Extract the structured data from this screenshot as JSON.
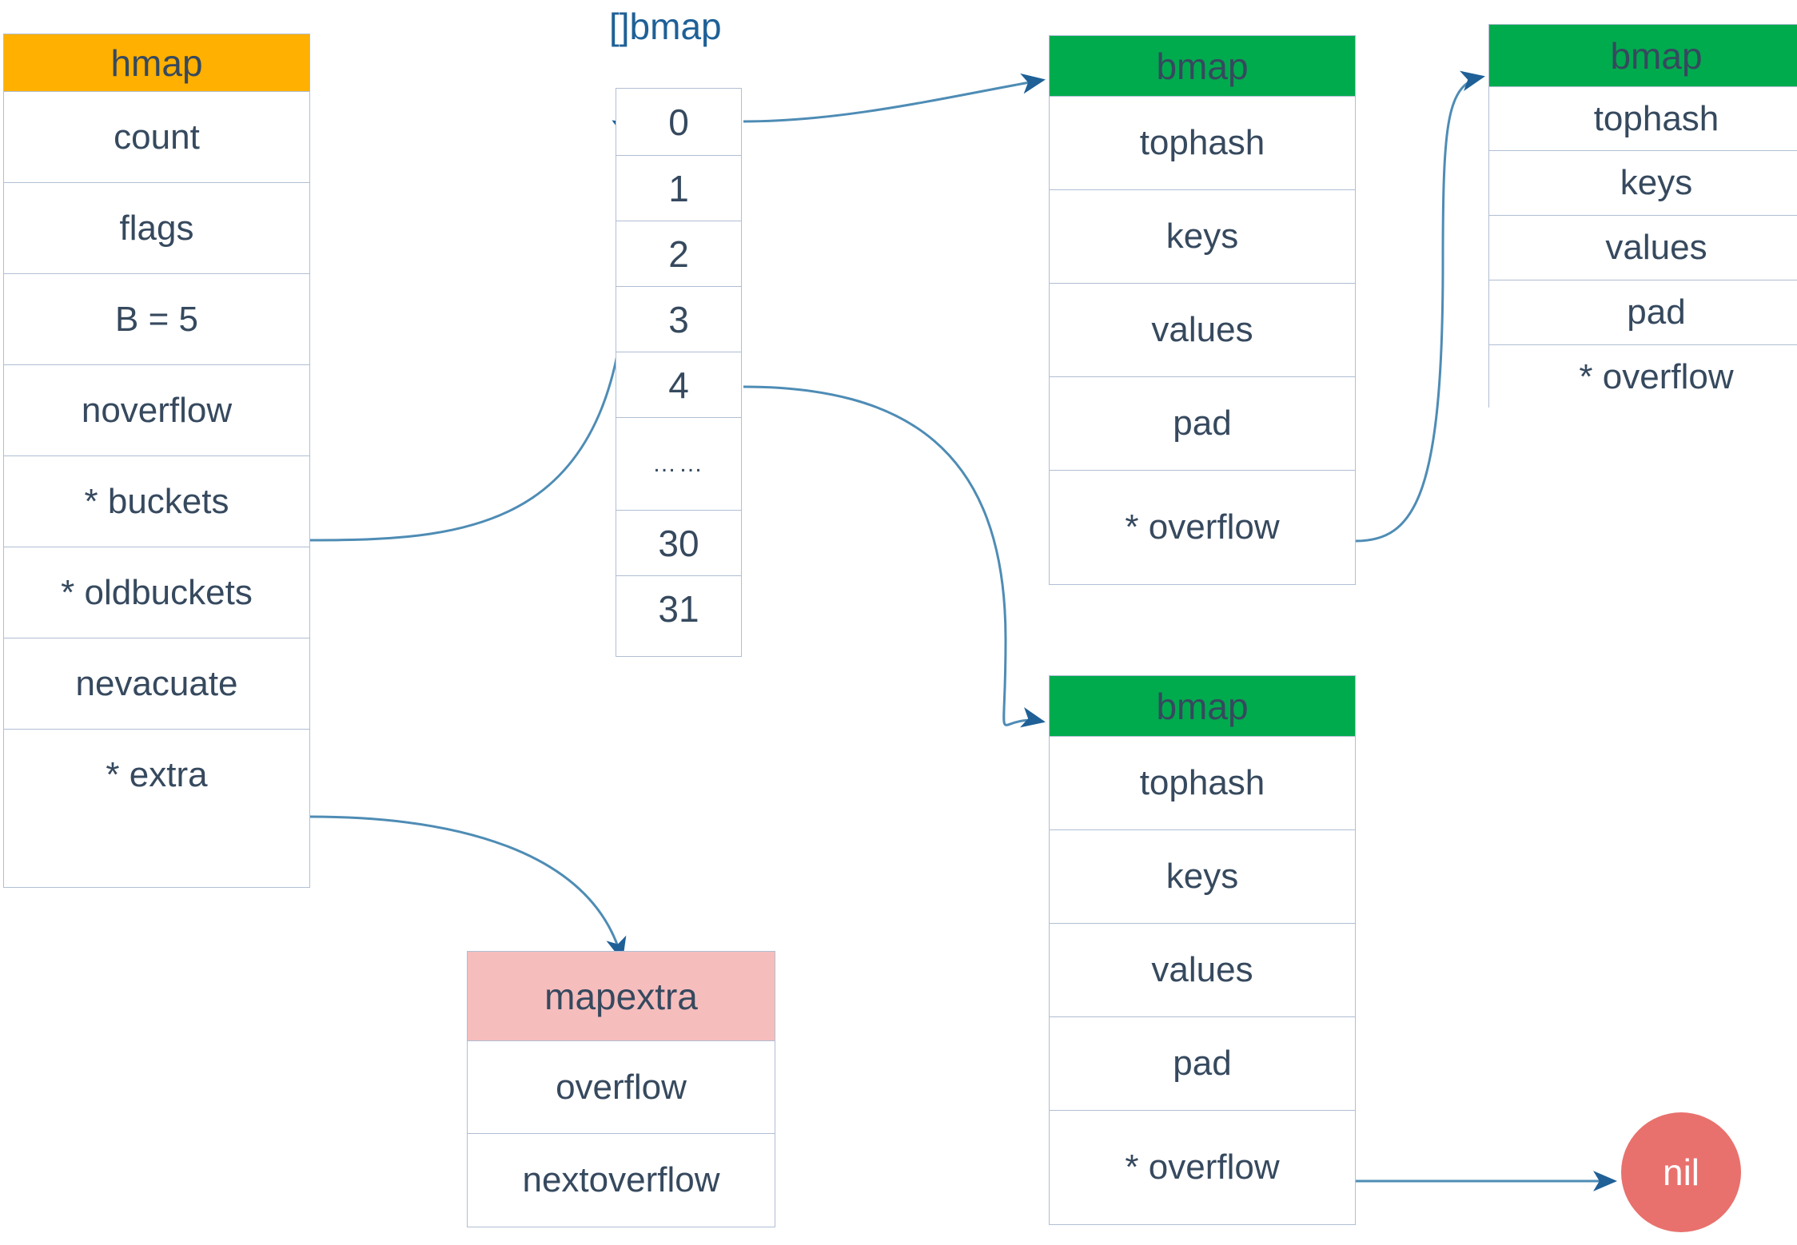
{
  "diagram": {
    "title_visible": "[]bmap",
    "colors": {
      "hmap_header": "#ffb000",
      "bmap_header": "#00ab4e",
      "mapextra_header": "#f6bdbd",
      "nil_fill": "#e8716d",
      "border": "#b0bed4",
      "text": "#36495e",
      "array_label": "#1f6097",
      "edge": "#4e8cb5",
      "arrowhead": "#1f6097"
    }
  },
  "hmap": {
    "header": "hmap",
    "fields": [
      "count",
      "flags",
      "B = 5",
      "noverflow",
      "* buckets",
      "* oldbuckets",
      "nevacuate",
      "* extra"
    ]
  },
  "bmap_array": {
    "label": "[]bmap",
    "indices": [
      "0",
      "1",
      "2",
      "3",
      "4",
      "……",
      "30",
      "31"
    ]
  },
  "bmap_top_left": {
    "header": "bmap",
    "fields": [
      "tophash",
      "keys",
      "values",
      "pad",
      "* overflow"
    ]
  },
  "bmap_top_right": {
    "header": "bmap",
    "fields": [
      "tophash",
      "keys",
      "values",
      "pad",
      "* overflow"
    ]
  },
  "bmap_bottom": {
    "header": "bmap",
    "fields": [
      "tophash",
      "keys",
      "values",
      "pad",
      "* overflow"
    ]
  },
  "mapextra": {
    "header": "mapextra",
    "fields": [
      "overflow",
      "nextoverflow"
    ]
  },
  "nil_node": {
    "label": "nil"
  }
}
